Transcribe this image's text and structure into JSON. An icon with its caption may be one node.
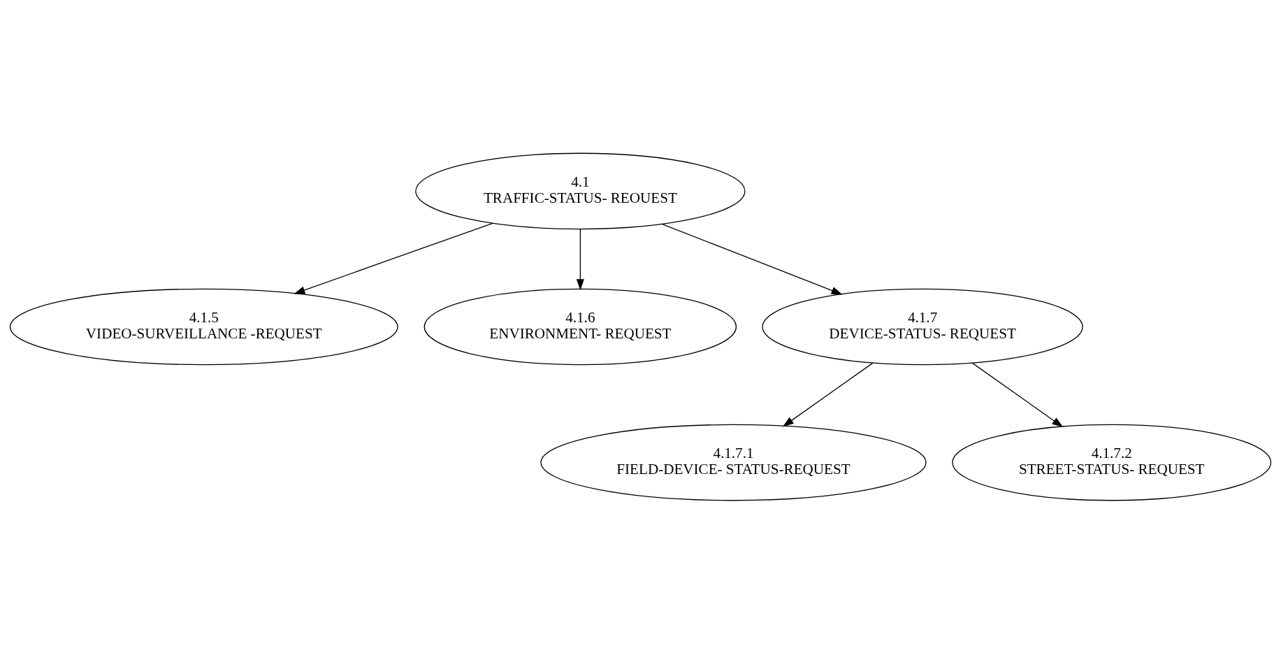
{
  "diagram": {
    "nodes": [
      {
        "text": [
          "4.1",
          "TRAFFIC-STATUS- REOUEST"
        ]
      },
      {
        "text": [
          "4.1.5",
          "VIDEO-SURVEILLANCE -REQUEST"
        ]
      },
      {
        "text": [
          "4.1.6",
          "ENVIRONMENT- REQUEST"
        ]
      },
      {
        "text": [
          "4.1.7",
          "DEVICE-STATUS- REQUEST"
        ]
      },
      {
        "text": [
          "4.1.7.1",
          "FIELD-DEVICE- STATUS-REQUEST"
        ]
      },
      {
        "text": [
          "4.1.7.2",
          "STREET-STATUS- REQUEST"
        ]
      }
    ],
    "edges": [
      {
        "from": 0,
        "to": 1,
        "arrow": "to"
      },
      {
        "from": 0,
        "to": 2,
        "arrow": "to"
      },
      {
        "from": 0,
        "to": 3,
        "arrow": "to"
      },
      {
        "from": 3,
        "to": 4,
        "arrow": "to"
      },
      {
        "from": 3,
        "to": 5,
        "arrow": "to"
      }
    ]
  }
}
